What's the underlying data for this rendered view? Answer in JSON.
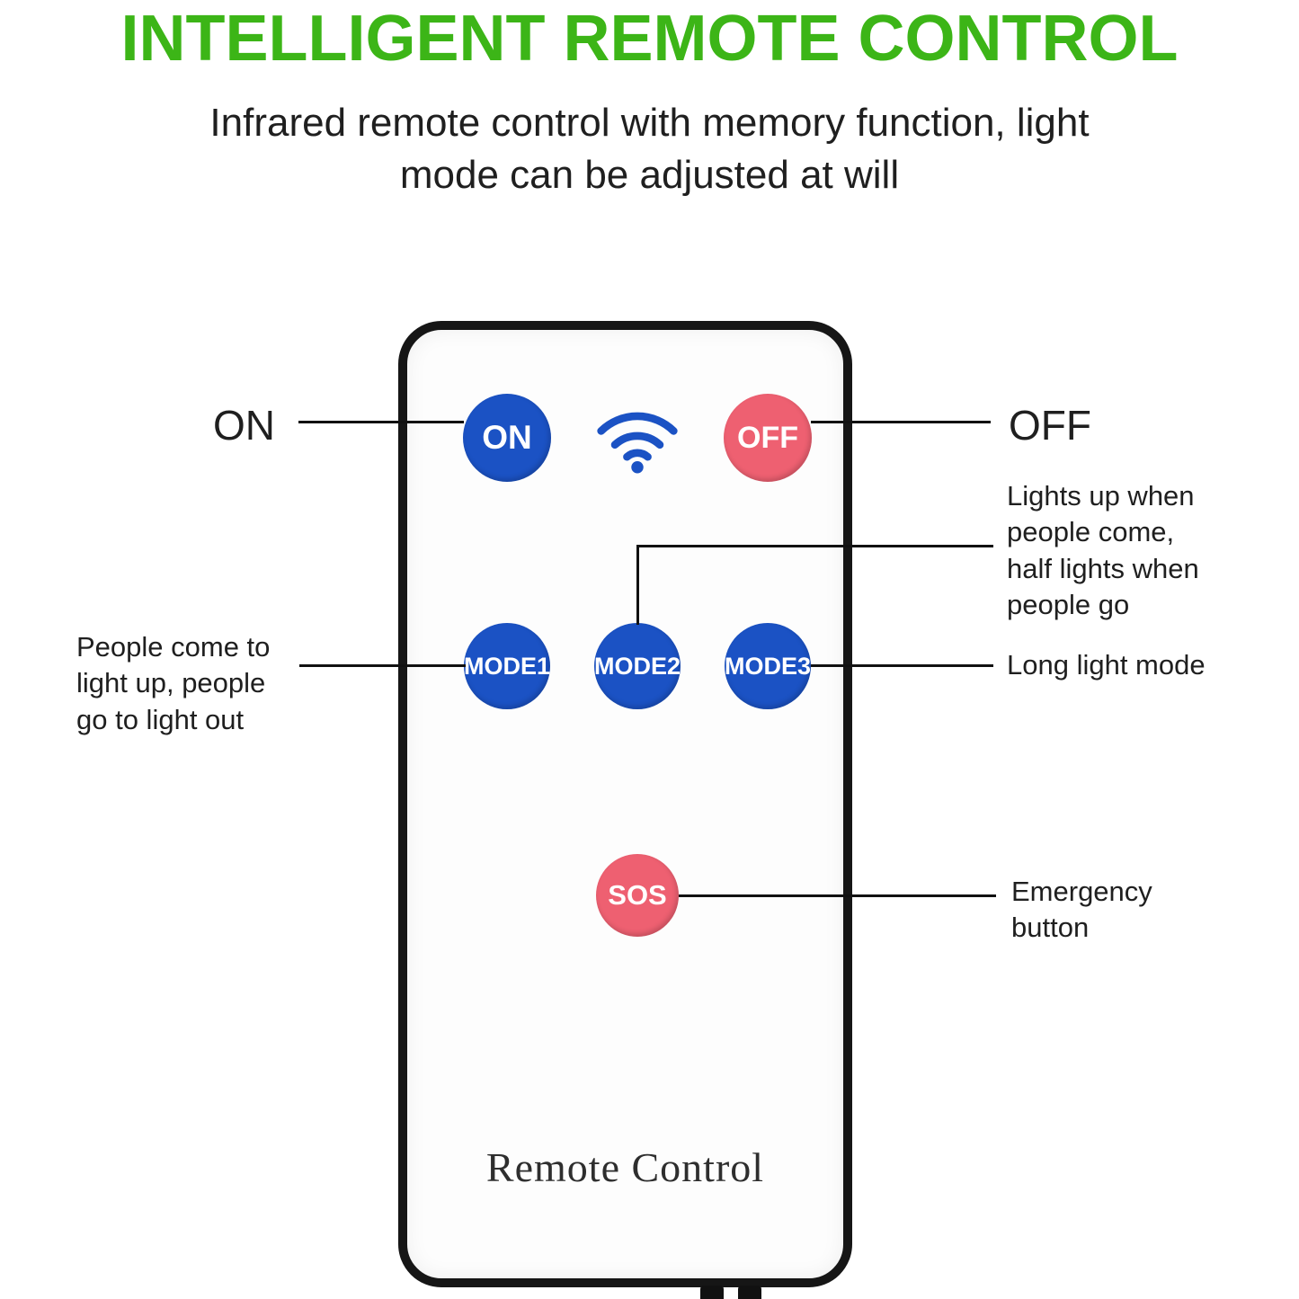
{
  "header": {
    "title": "INTELLIGENT REMOTE CONTROL",
    "subtitle": "Infrared remote control with memory function, light mode can be adjusted at will"
  },
  "remote": {
    "buttons": {
      "on": "ON",
      "off": "OFF",
      "mode1": "MODE1",
      "mode2": "MODE2",
      "mode3": "MODE3",
      "sos": "SOS"
    },
    "icons": {
      "wifi": "wifi-icon"
    },
    "brand_label": "Remote Control"
  },
  "callouts": {
    "on_label": "ON",
    "off_label": "OFF",
    "mode2_note": "Lights up when people come, half lights when people go",
    "mode1_note": "People come to light up, people go to light out",
    "mode3_note": "Long light mode",
    "sos_note": "Emergency button"
  },
  "colors": {
    "title_green": "#3cb517",
    "button_blue": "#1b52c4",
    "button_pink": "#ee6071",
    "remote_border": "#161616",
    "text_dark": "#1f1f1f",
    "line_color": "#111111"
  }
}
